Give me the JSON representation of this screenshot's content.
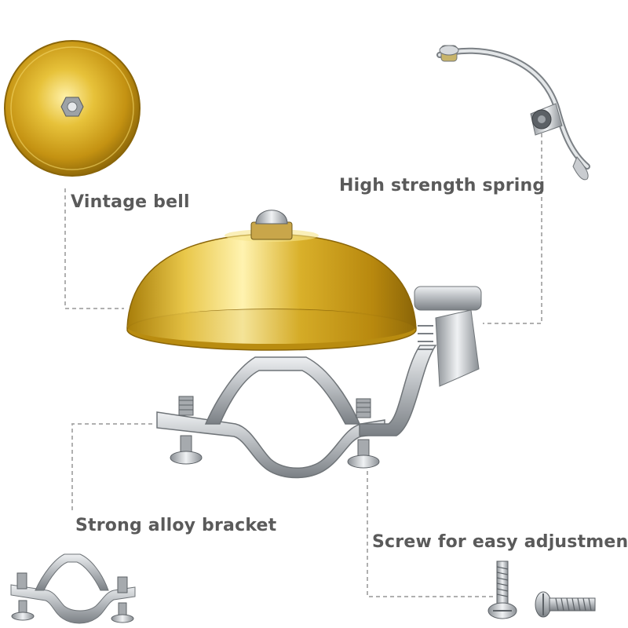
{
  "labels": {
    "vintage_bell": "Vintage bell",
    "spring": "High strength spring",
    "bracket": "Strong alloy bracket",
    "screw": "Screw for easy adjustment"
  },
  "colors": {
    "brass": "#d4a820",
    "brass_dark": "#8a6a08",
    "steel": "#b8bcc0",
    "steel_dark": "#6f7478",
    "label_text": "#5a5a5a",
    "leader_line": "#b0b0b0"
  }
}
